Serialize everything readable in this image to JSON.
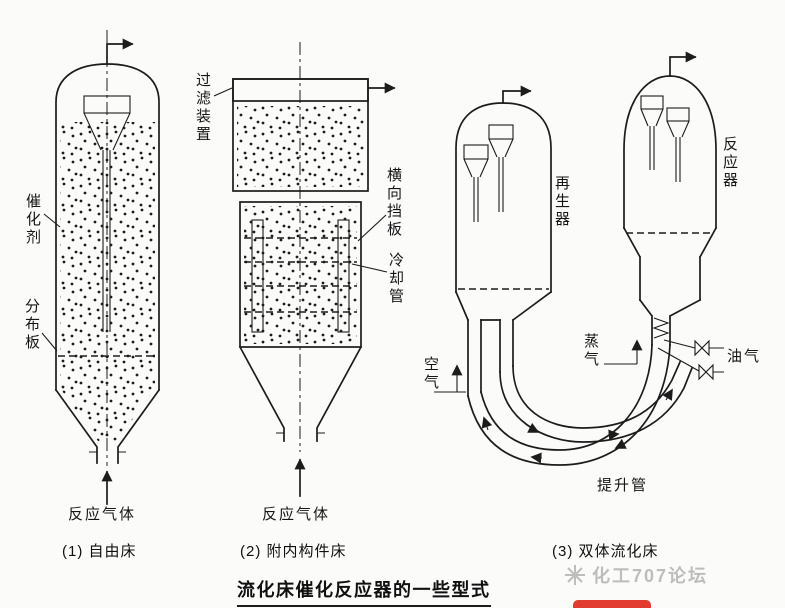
{
  "page": {
    "title": "流化床催化反应器的一些型式",
    "watermark": "化工707论坛"
  },
  "diagram1": {
    "caption": "(1) 自由床",
    "labels": {
      "catalyst": "催化剂",
      "distributor": "分布板",
      "gas": "反应气体"
    }
  },
  "diagram2": {
    "caption": "(2) 附内构件床",
    "labels": {
      "filter": "过滤装置",
      "baffle": "横向挡板",
      "cooling": "冷却管",
      "gas": "反应气体"
    }
  },
  "diagram3": {
    "caption": "(3) 双体流化床",
    "labels": {
      "regenerator": "再生器",
      "reactor": "反应器",
      "steam": "蒸气",
      "air": "空气",
      "oil_gas": "油气",
      "riser": "提升管"
    }
  },
  "colors": {
    "line": "#1c1c1c",
    "accent_red": "#e23b30",
    "watermark_gray": "#bdbdbd"
  }
}
